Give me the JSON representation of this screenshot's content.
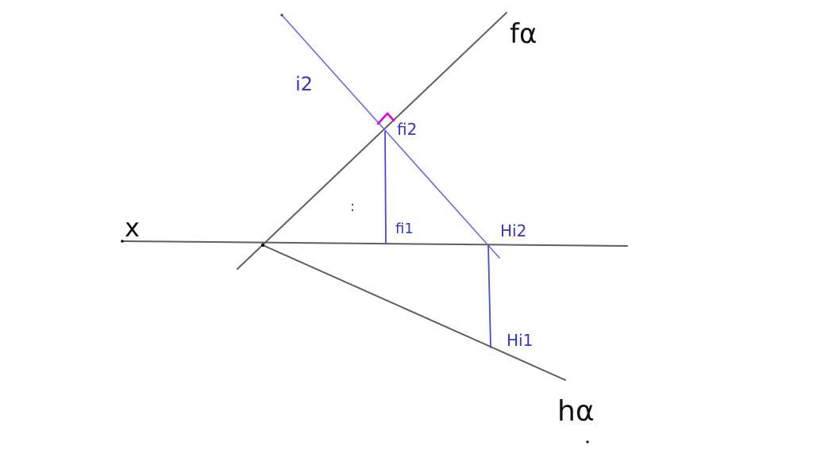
{
  "labels": {
    "f_alpha": "fα",
    "h_alpha": "hα",
    "x_axis": "x",
    "i2": "i2",
    "fi2": "fi2",
    "fi1": "fi1",
    "hi2": "Hi2",
    "hi1": "Hi1",
    "colon": ":"
  },
  "colors": {
    "trace_lines": "#5f5f5f",
    "line_i": "#6a6ae6",
    "projector": "#4a4ad8",
    "right_angle_mark": "#e000d8",
    "label_black": "#111111",
    "label_blue": "#3535c8"
  }
}
